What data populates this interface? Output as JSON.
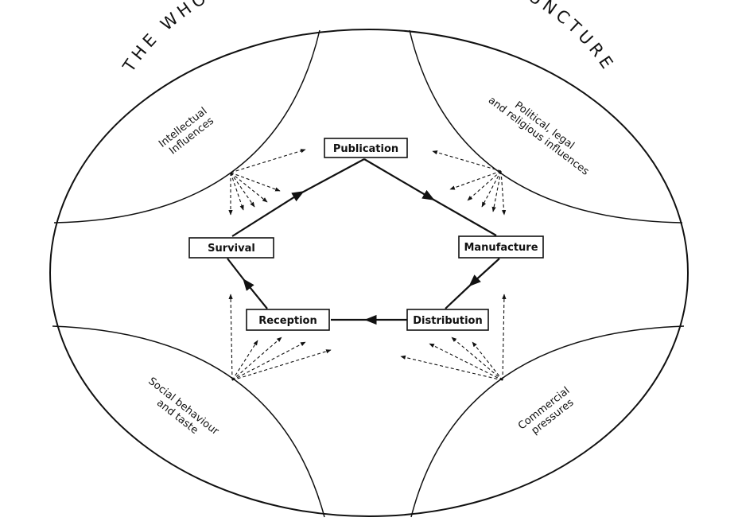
{
  "title": "THE WHOLE SOCIO - ECONOMIC CONJUNCTURE",
  "regions": {
    "top_left": [
      "Intellectual",
      "Influences"
    ],
    "top_right": [
      "Political, legal",
      "and religious influences"
    ],
    "bottom_left": [
      "Social behaviour",
      "and taste"
    ],
    "bottom_right": [
      "Commercial",
      "pressures"
    ]
  },
  "stages": {
    "publication": "Publication",
    "manufacture": "Manufacture",
    "distribution": "Distribution",
    "reception": "Reception",
    "survival": "Survival"
  }
}
